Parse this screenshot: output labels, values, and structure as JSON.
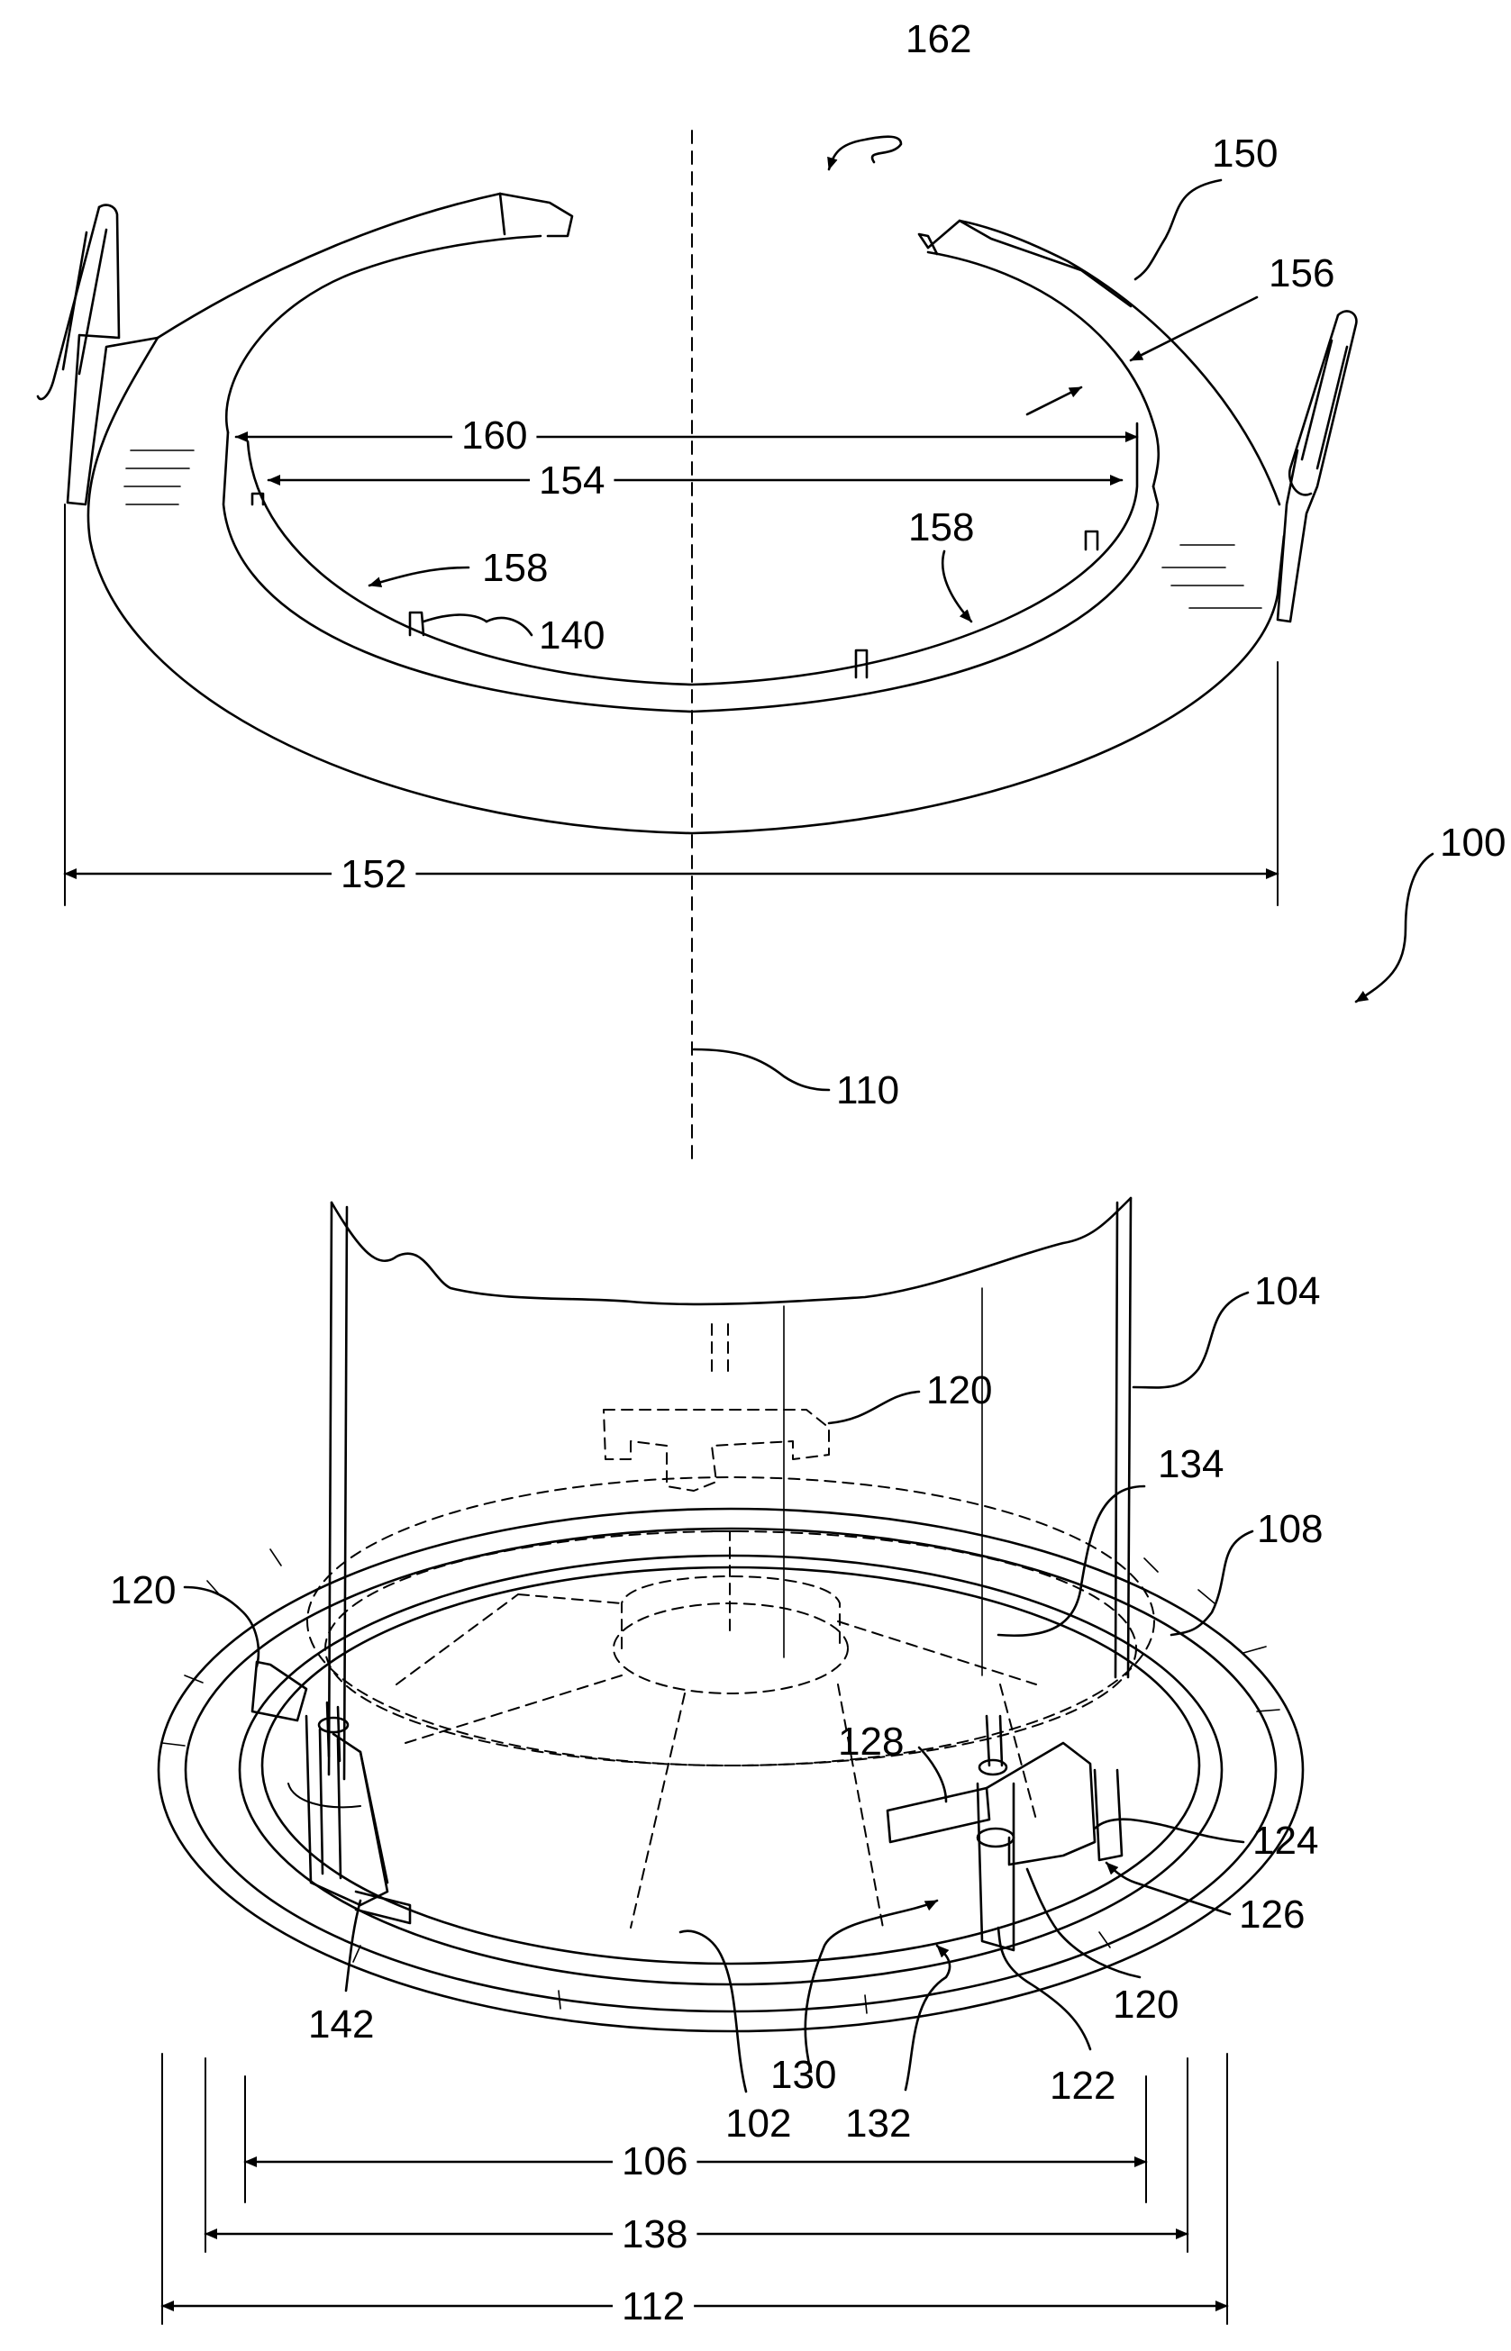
{
  "figure": {
    "reference_labels": {
      "r100": "100",
      "r102": "102",
      "r104": "104",
      "r106": "106",
      "r108": "108",
      "r110": "110",
      "r112": "112",
      "r120a": "120",
      "r120b": "120",
      "r120c": "120",
      "r122": "122",
      "r124": "124",
      "r126": "126",
      "r128": "128",
      "r130": "130",
      "r132": "132",
      "r134": "134",
      "r138": "138",
      "r140": "140",
      "r142": "142",
      "r150": "150",
      "r152": "152",
      "r154": "154",
      "r156": "156",
      "r158a": "158",
      "r158b": "158",
      "r160": "160",
      "r162": "162"
    }
  }
}
